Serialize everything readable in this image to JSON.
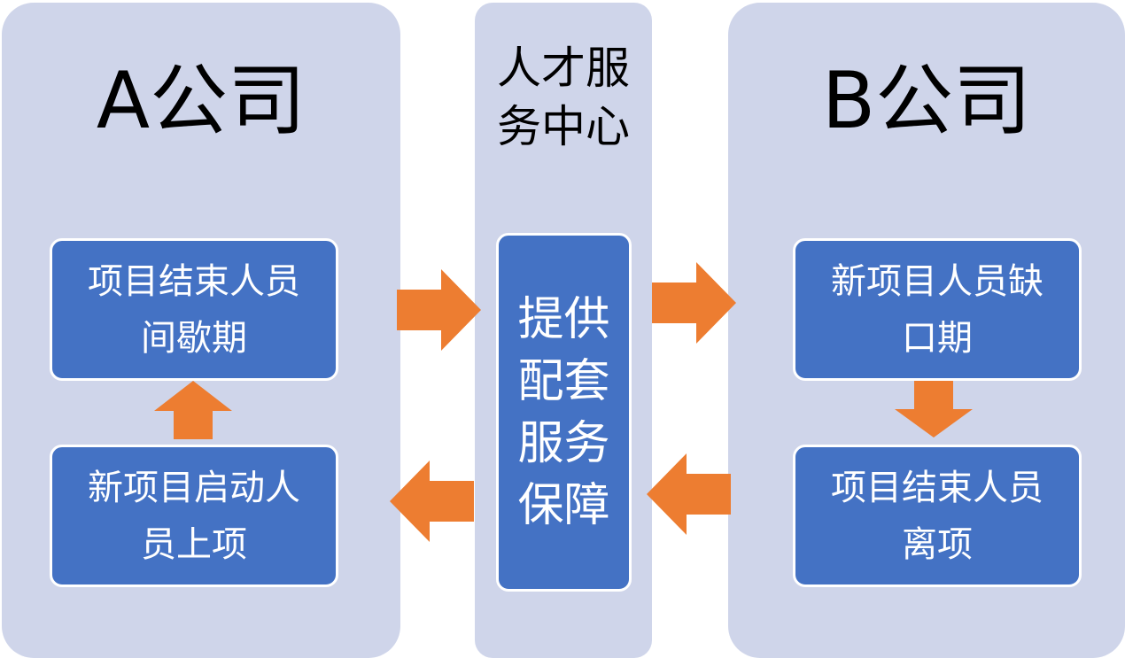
{
  "company_a": {
    "title": "A公司",
    "top_box": [
      "项目结束人员",
      "间歇期"
    ],
    "bottom_box": [
      "新项目启动人",
      "员上项"
    ]
  },
  "center": {
    "title": [
      "人才服",
      "务中心"
    ],
    "box": [
      "提供",
      "配套",
      "服务",
      "保障"
    ]
  },
  "company_b": {
    "title": "B公司",
    "top_box": [
      "新项目人员缺",
      "口期"
    ],
    "bottom_box": [
      "项目结束人员",
      "离项"
    ]
  },
  "colors": {
    "panel": "#cfd5ea",
    "box": "#4472c4",
    "arrow": "#ed7d31",
    "box_text": "#ffffff"
  }
}
